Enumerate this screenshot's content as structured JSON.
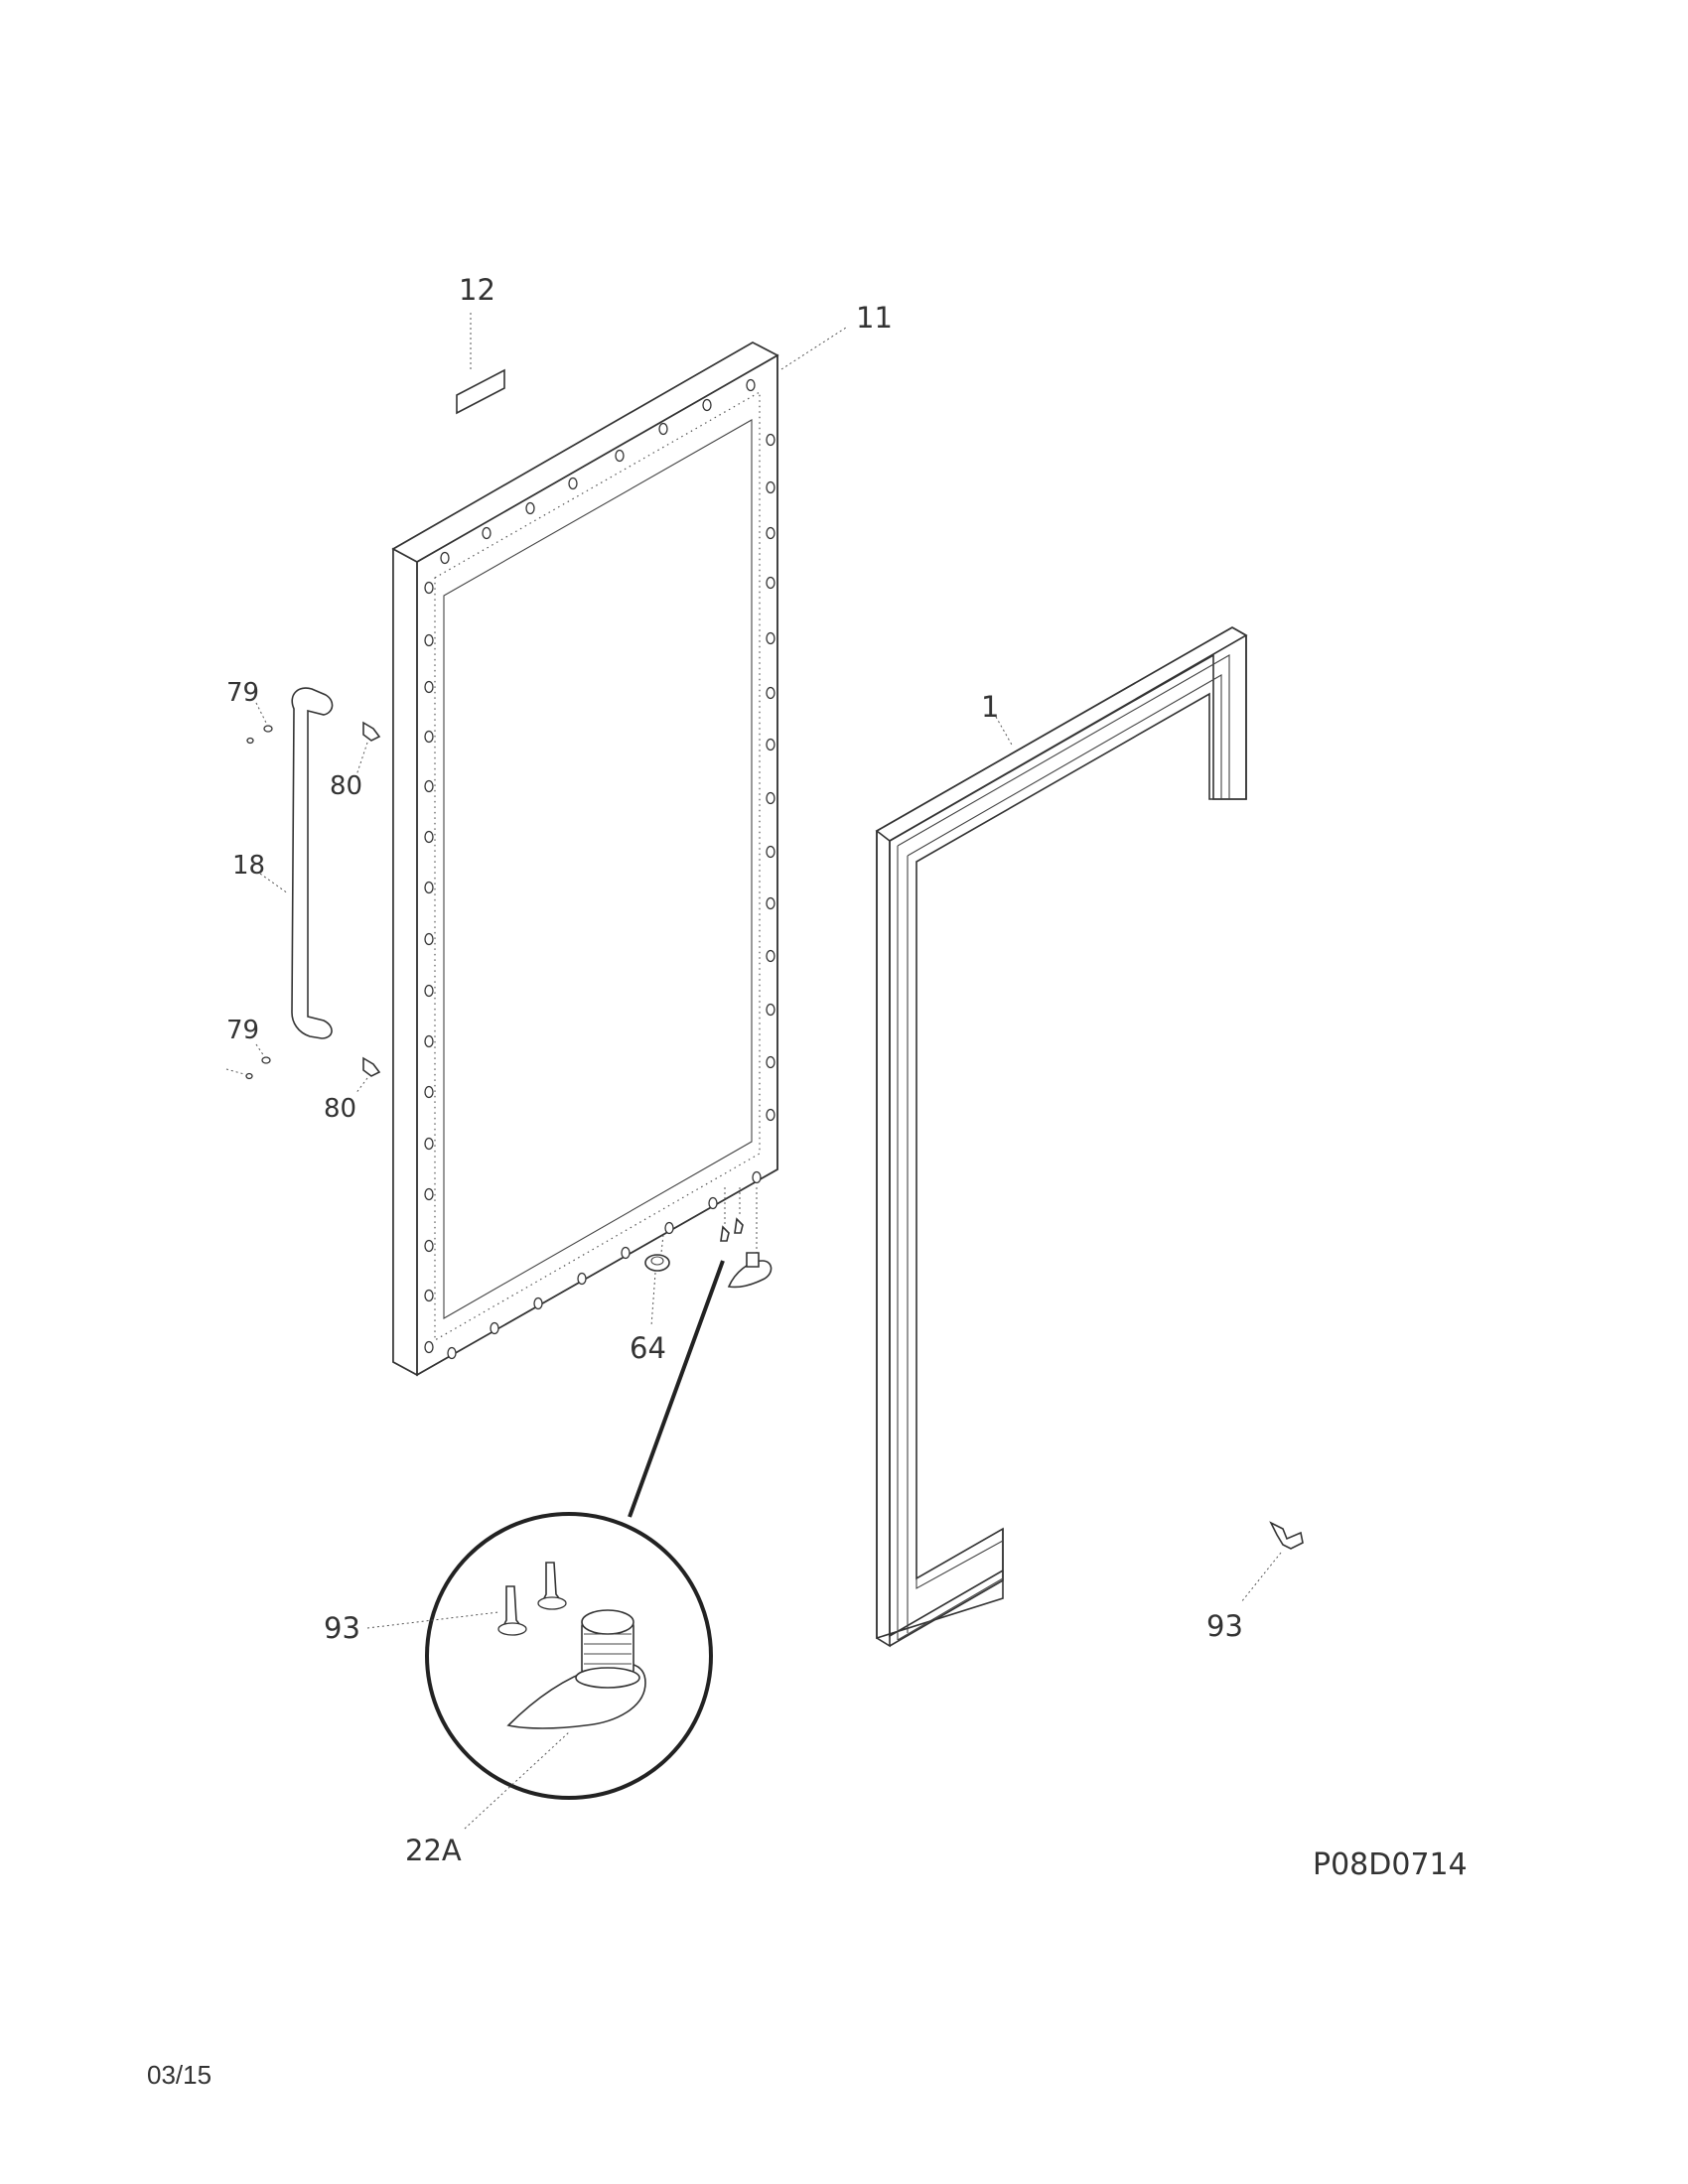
{
  "callouts": {
    "part_12": "12",
    "part_11": "11",
    "part_1": "1",
    "part_79_top": "79",
    "part_80_top": "80",
    "part_18": "18",
    "part_79_bottom": "79",
    "part_80_bottom": "80",
    "part_64": "64",
    "part_93_left": "93",
    "part_93_right": "93",
    "part_22a": "22A"
  },
  "footer": {
    "diagram_code": "P08D0714",
    "date": "03/15"
  }
}
